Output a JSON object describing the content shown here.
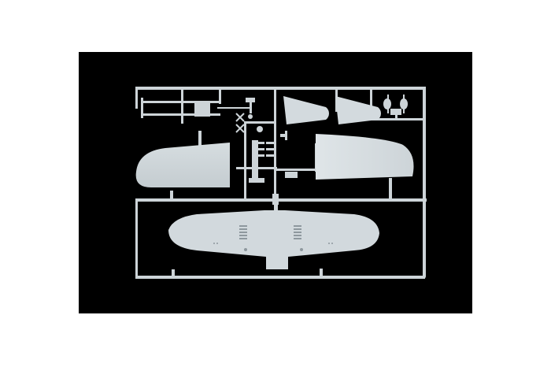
{
  "image": {
    "subject": "Plastic model kit sprue with aircraft wing parts",
    "background_color": "#ffffff",
    "photo_background_color": "#000000",
    "plastic_color": "#cfd6da",
    "plastic_shade_color": "#b9c2c7",
    "parts": [
      {
        "name": "outer wing panel left",
        "position": "middle-left"
      },
      {
        "name": "outer wing panel right",
        "position": "middle-right"
      },
      {
        "name": "lower wing center section",
        "position": "bottom-center"
      },
      {
        "name": "control surface parts",
        "position": "top-right"
      },
      {
        "name": "landing gear struts",
        "position": "top-left"
      },
      {
        "name": "small detail parts",
        "position": "top-center"
      }
    ]
  }
}
